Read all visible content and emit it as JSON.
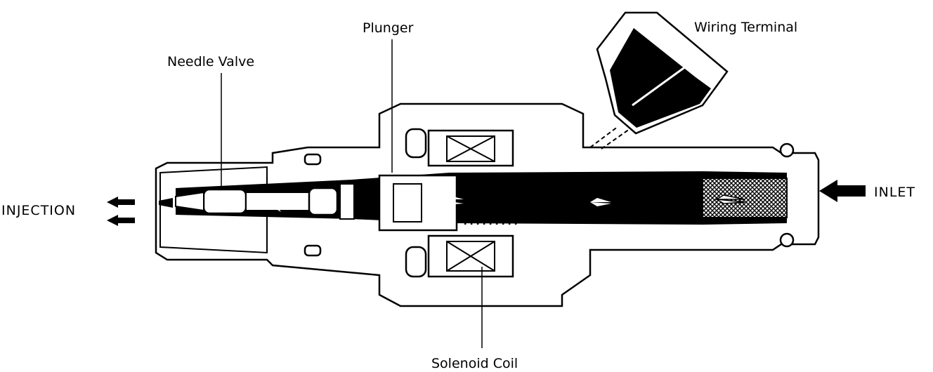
{
  "labels": {
    "plunger": "Plunger",
    "wiring_terminal": "Wiring Terminal",
    "needle_valve": "Needle Valve",
    "injection": "INJECTION",
    "inlet": "INLET",
    "solenoid_coil": "Solenoid Coil"
  },
  "colors": {
    "ink": "#000000",
    "paper": "#ffffff"
  }
}
